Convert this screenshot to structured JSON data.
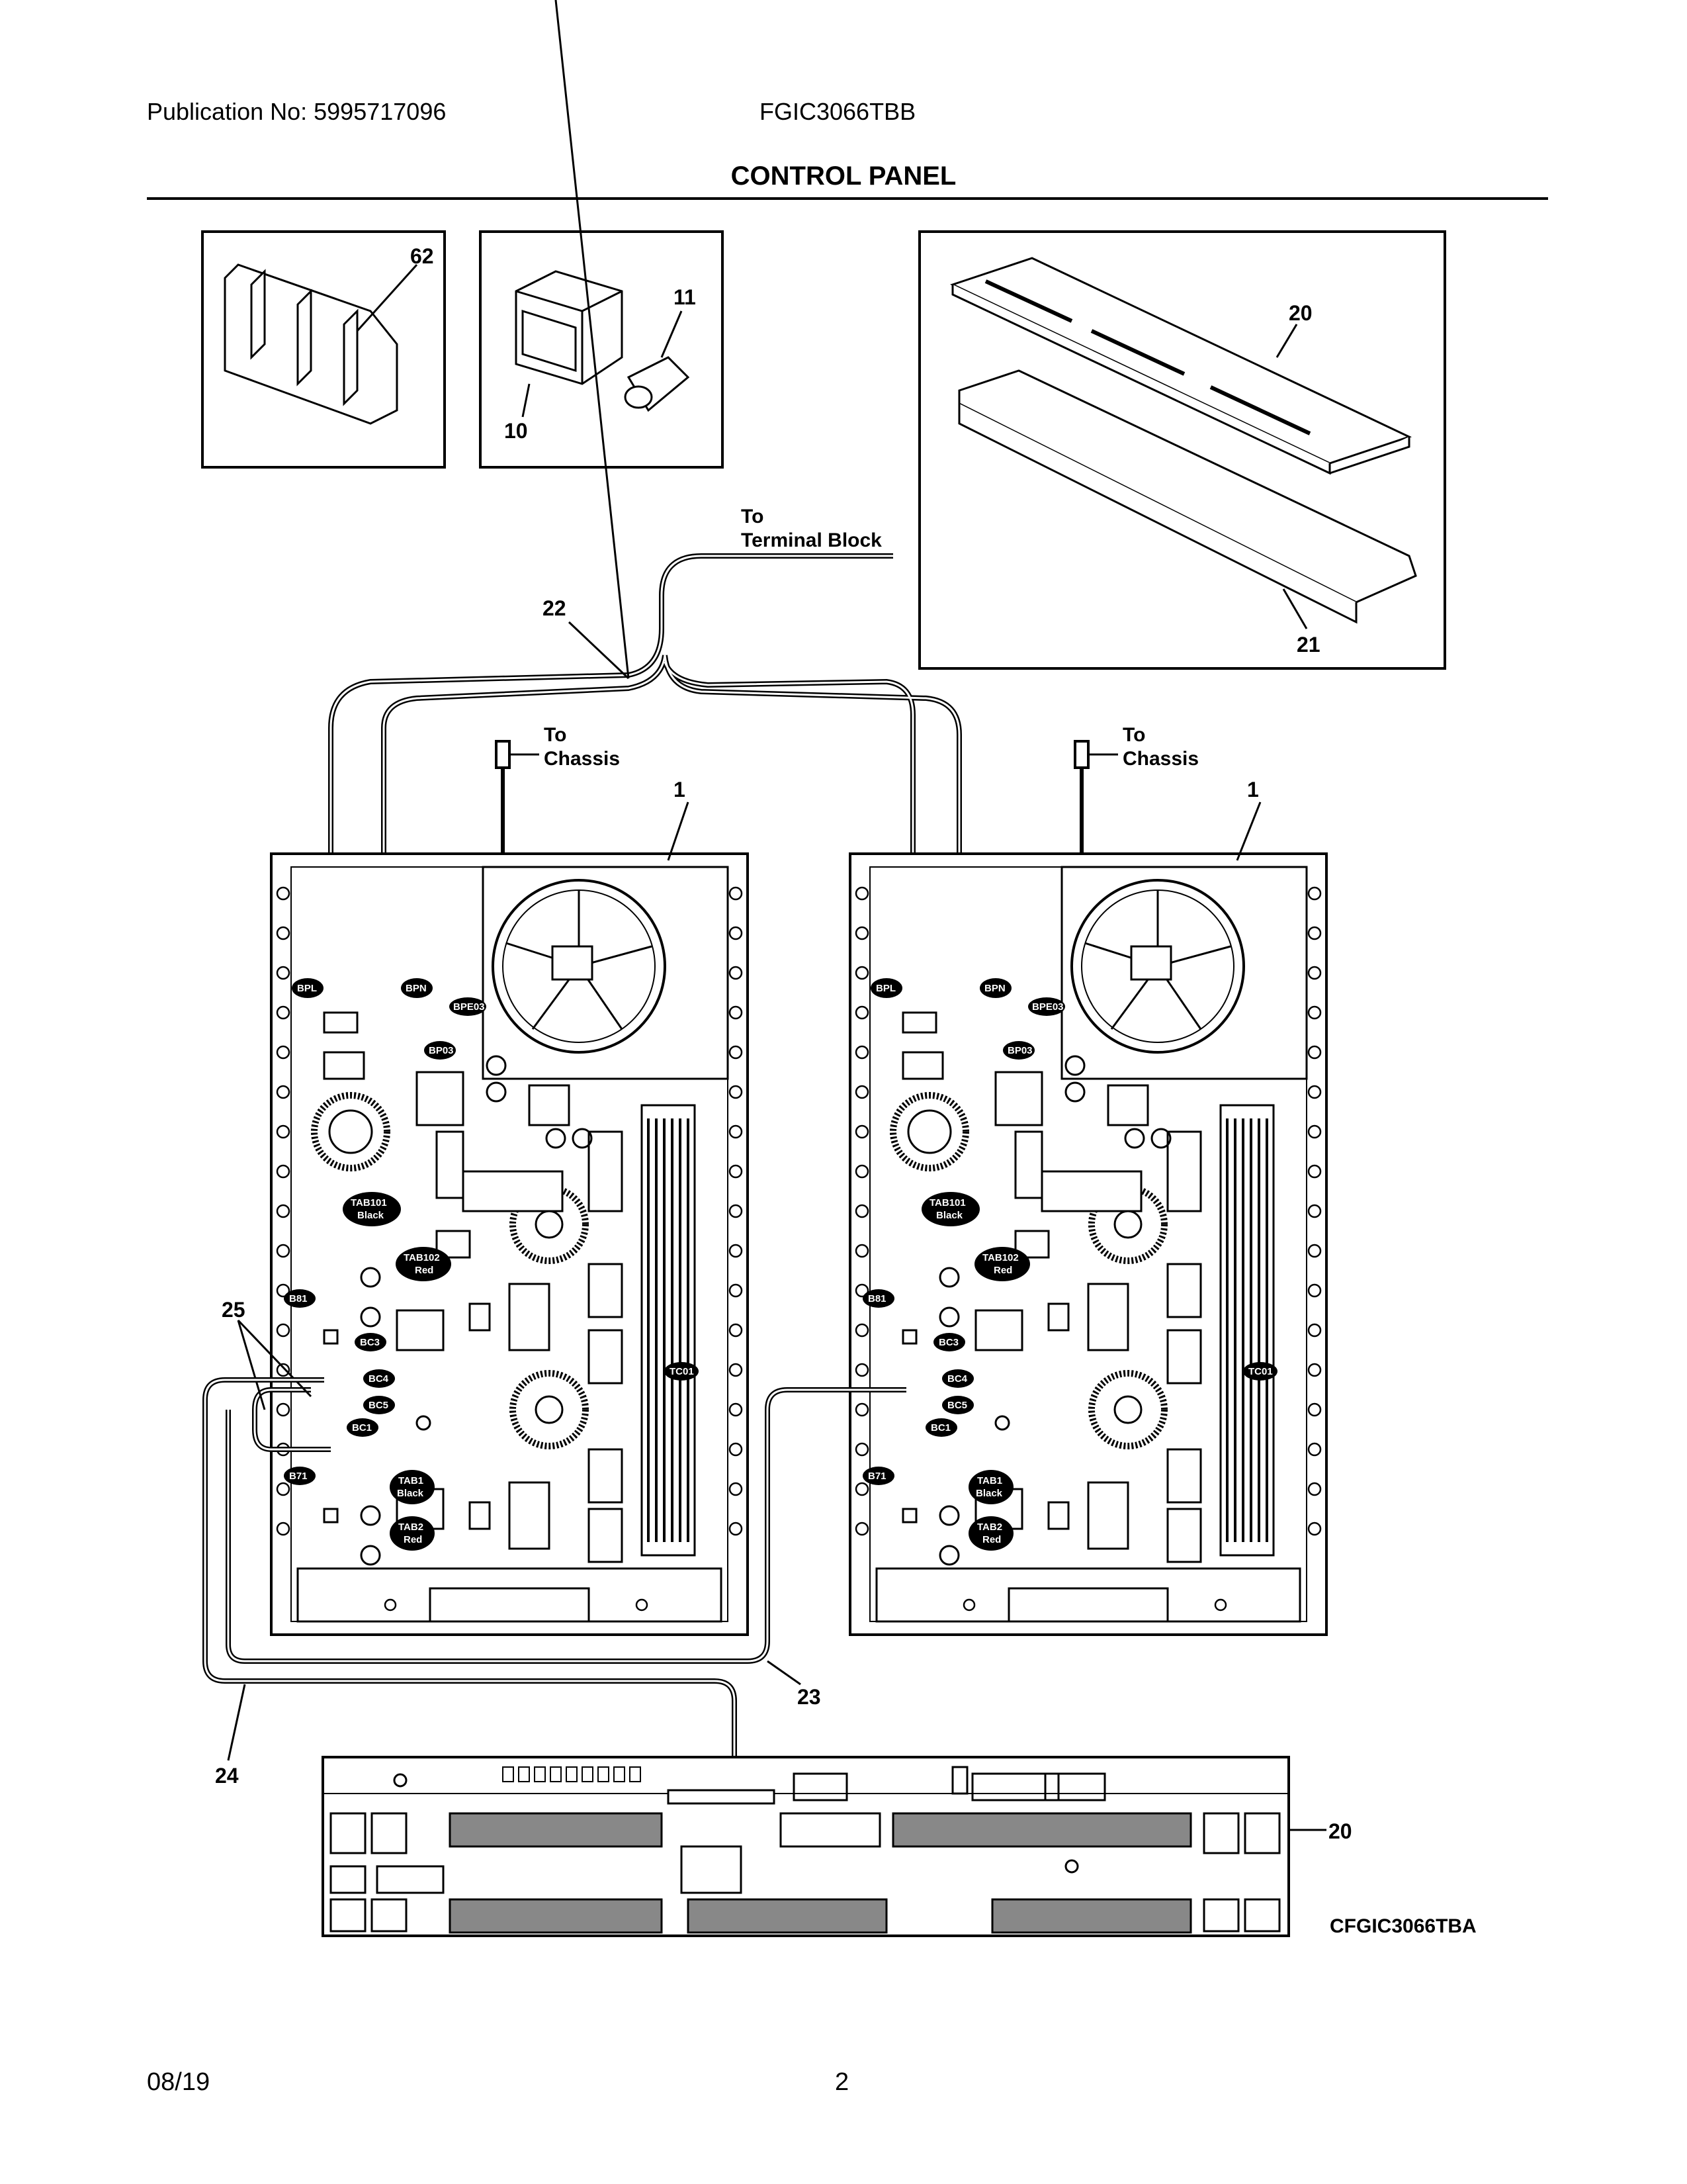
{
  "header": {
    "publication": "Publication No: 5995717096",
    "model": "FGIC3066TBB",
    "title": "CONTROL PANEL"
  },
  "footer": {
    "date": "08/19",
    "page": "2"
  },
  "diagram_code": "CFGIC3066TBA",
  "callouts": {
    "c62": "62",
    "c10": "10",
    "c11": "11",
    "c20a": "20",
    "c21": "21",
    "c22": "22",
    "c1a": "1",
    "c1b": "1",
    "c25": "25",
    "c23": "23",
    "c24": "24",
    "c20b": "20"
  },
  "wire_labels": {
    "to": "To",
    "terminal_block": "Terminal Block",
    "chassis": "Chassis"
  },
  "board_tags": {
    "bpl": "BPL",
    "bpn": "BPN",
    "bpe03": "BPE03",
    "bp03": "BP03",
    "tab101": "TAB101",
    "black": "Black",
    "tab102": "TAB102",
    "red": "Red",
    "b81": "B81",
    "bc3": "BC3",
    "bc4": "BC4",
    "bc5": "BC5",
    "bc1": "BC1",
    "b71": "B71",
    "tab1": "TAB1",
    "tab2": "TAB2",
    "tc01": "TC01"
  }
}
